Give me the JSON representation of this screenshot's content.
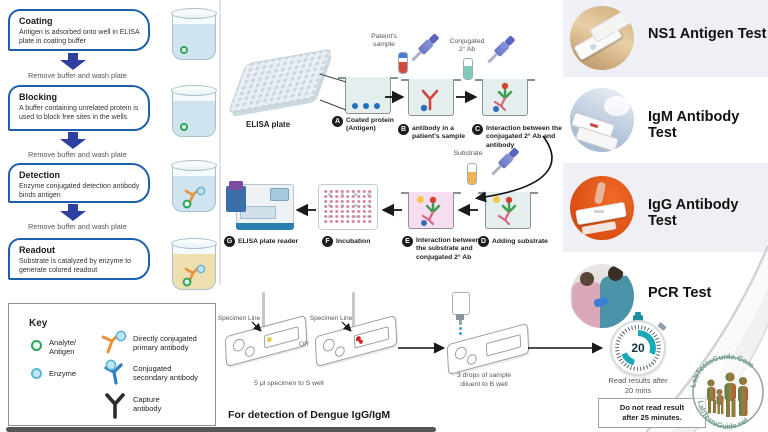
{
  "palette": {
    "step_border": "#1d5fae",
    "arrow_blue": "#2e3fa0",
    "teal": "#19a9b8",
    "row_bg": "#eef0f5",
    "analyte_green": "#2fa45c",
    "enzyme_blue": "#59b7d8",
    "readout_yellow": "#eedfae"
  },
  "left_flow": {
    "steps": [
      {
        "title": "Coating",
        "description": "Antigen is adsorbed onto well in ELISA plate in coating buffer",
        "note": "Remove buffer and wash plate"
      },
      {
        "title": "Blocking",
        "description": "A buffer containing unrelated protein is used to block free sites in the wells",
        "note": "Remove buffer and wash plate"
      },
      {
        "title": "Detection",
        "description": "Enzyme conjugated detection antibody binds antigen",
        "note": "Remove buffer and wash plate"
      },
      {
        "title": "Readout",
        "description": "Substrate is catalyzed by enzyme to generate colored readout",
        "note": ""
      }
    ]
  },
  "key": {
    "title": "Key",
    "items": [
      {
        "icon": "analyte-icon",
        "label": "Analyte/\nAntigen"
      },
      {
        "icon": "enzyme-icon",
        "label": "Enzyme"
      },
      {
        "icon": "primary-antibody-icon",
        "label": "Directly conjugated\nprimary antibody"
      },
      {
        "icon": "secondary-antibody-icon",
        "label": "Conjugated\nsecondary antibody"
      },
      {
        "icon": "capture-antibody-icon",
        "label": "Capture\nantibody"
      }
    ]
  },
  "elisa": {
    "plate_label": "ELISA plate",
    "patient_sample_label": "Pateint's\nsample",
    "conjugated_ab_label": "Conjugated\n2° Ab",
    "substrate_label": "Substrate",
    "steps": [
      {
        "letter": "A",
        "label": "Coated protein (Antigen)"
      },
      {
        "letter": "B",
        "label": "antibody in a patient's sample"
      },
      {
        "letter": "C",
        "label": "Interaction between the conjugated 2° Ab and antibody"
      },
      {
        "letter": "D",
        "label": "Adding substrate"
      },
      {
        "letter": "E",
        "label": "Interaction between the substrate and conjugated 2° Ab"
      },
      {
        "letter": "F",
        "label": "Incubation"
      },
      {
        "letter": "G",
        "label": "ELISA plate reader"
      }
    ]
  },
  "rapid": {
    "specimen_line_label_1": "Specimen Line",
    "specimen_line_label_2": "Specimen Line",
    "or_label": "OR",
    "step1_caption": "5 μl specimen to S well",
    "step2_caption": "3 drops of sample\ndiluent to B well",
    "footer": "For detection of Dengue IgG/IgM"
  },
  "results": {
    "timer_value": "20",
    "read_note": "Read results after\n20 mins",
    "warning": "Do not read result\nafter 25 minutes."
  },
  "right_panel": {
    "tests": [
      {
        "title": "NS1 Antigen Test"
      },
      {
        "title": "IgM Antibody Test"
      },
      {
        "title": "IgG Antibody Test"
      },
      {
        "title": "PCR Test"
      }
    ]
  },
  "logo": {
    "top_text": "LabTestsGuide.Com",
    "bottom_text": "LabTestsGuide.net"
  }
}
